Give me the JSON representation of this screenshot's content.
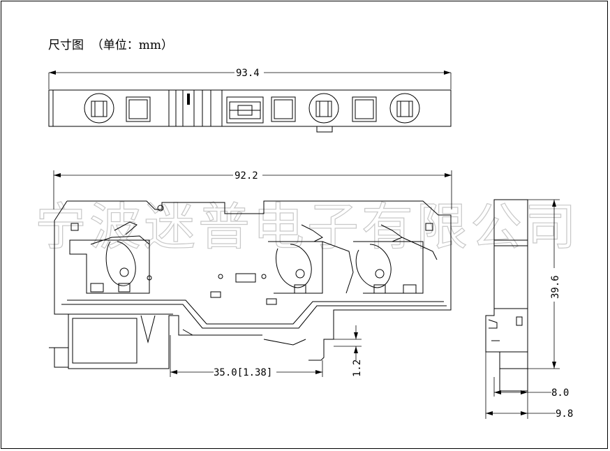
{
  "title": "尺寸图  （单位：mm）",
  "watermark": "宁波迷普电子有限公司",
  "dimensions": {
    "top_length": "93.4",
    "front_length": "92.2",
    "offset": "35.0[1.38]",
    "step": "1.2",
    "side_height": "39.6",
    "side_width_inner": "8.0",
    "side_width_outer": "9.8"
  }
}
